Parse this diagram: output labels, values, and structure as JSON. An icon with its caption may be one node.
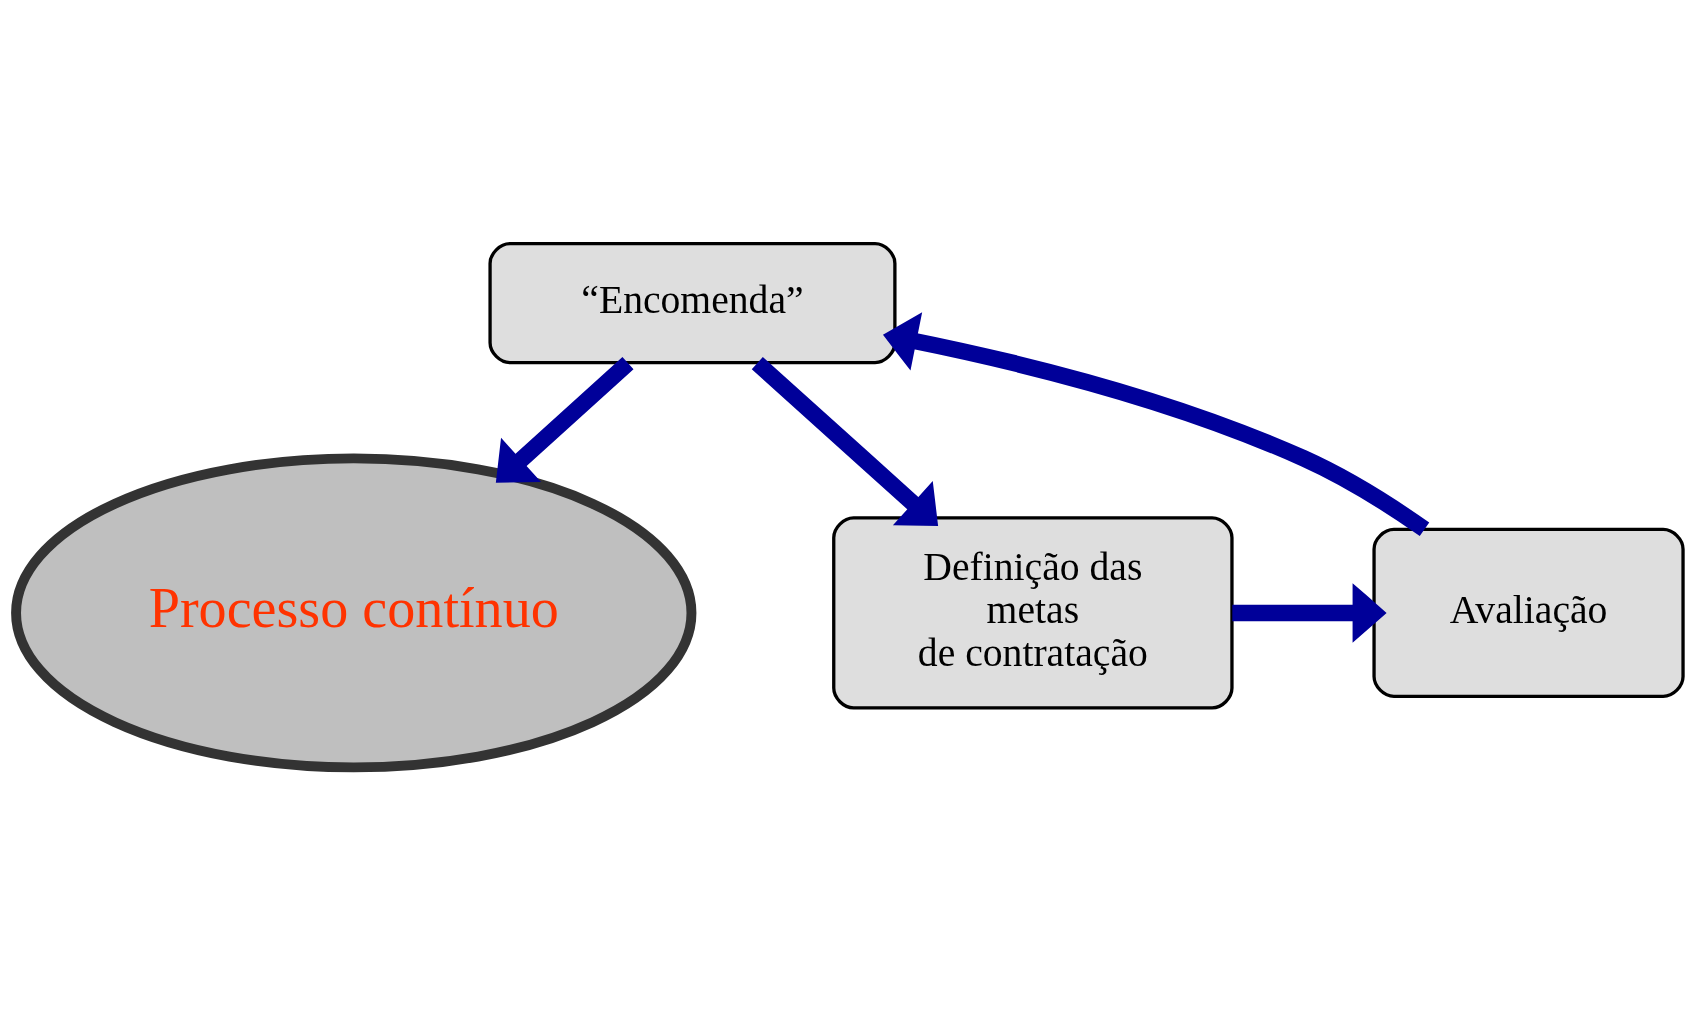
{
  "diagram": {
    "nodes": [
      {
        "text": [
          "Processo contínuo"
        ]
      },
      {
        "text": [
          "“Encomenda”"
        ]
      },
      {
        "text": [
          "Definição das metas de contratação"
        ]
      },
      {
        "text": [
          "Avaliação"
        ]
      }
    ],
    "edges": [
      {
        "from": 1,
        "to": 0,
        "arrow": "to"
      },
      {
        "from": 1,
        "to": 2,
        "arrow": "to"
      },
      {
        "from": 2,
        "to": 3,
        "arrow": "to"
      },
      {
        "from": 3,
        "to": 1,
        "arrow": "to"
      }
    ]
  }
}
